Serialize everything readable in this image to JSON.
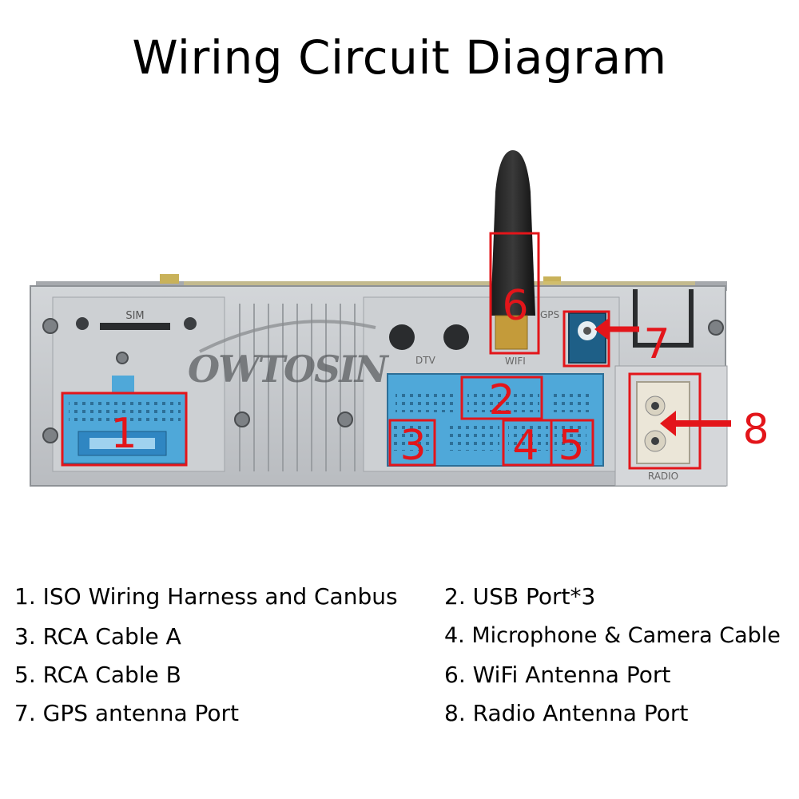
{
  "title": "Wiring Circuit Diagram",
  "device": {
    "brand_watermark": "OWTOSIN",
    "labels": {
      "sim": "SIM",
      "dtv": "DTV",
      "wifi": "WIFI",
      "gps": "GPS",
      "radio": "RADIO"
    }
  },
  "callouts": [
    "1",
    "2",
    "3",
    "4",
    "5",
    "6",
    "7",
    "8"
  ],
  "legend": [
    {
      "text": "1. ISO Wiring Harness and Canbus"
    },
    {
      "text": "2. USB Port*3"
    },
    {
      "text": "3. RCA Cable A"
    },
    {
      "text": "4. Microphone & Camera Cable"
    },
    {
      "text": "5. RCA Cable B"
    },
    {
      "text": "6. WiFi Antenna Port"
    },
    {
      "text": "7. GPS antenna Port"
    },
    {
      "text": "8. Radio Antenna Port"
    }
  ],
  "colors": {
    "callout_red": "#e3151a",
    "connector_blue": "#4fa8d9",
    "panel_gray": "#c9ccd0",
    "radio_block": "#e8e4d8"
  }
}
